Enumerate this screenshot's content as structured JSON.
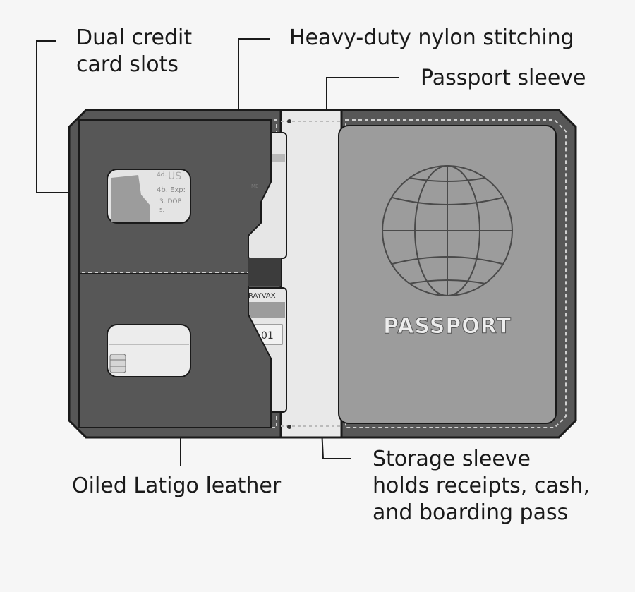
{
  "labels": {
    "card_slots": [
      "Dual credit",
      "card slots"
    ],
    "stitching": "Heavy-duty nylon stitching",
    "passport_sleeve": "Passport sleeve",
    "leather": "Oiled Latigo leather",
    "storage_sleeve": [
      "Storage sleeve",
      "holds receipts, cash,",
      "and boarding pass"
    ]
  },
  "passport_cover_text": "PASSPORT",
  "id_card_text": [
    "4d.",
    "US",
    "4b. Exp:",
    "3. DOB",
    "5.",
    "ME"
  ],
  "boarding_card_text": [
    "RAYVAX",
    "01"
  ],
  "colors": {
    "background": "#f6f6f6",
    "leather": "#575757",
    "leather_dark": "#3c3c3c",
    "outline": "#1a1a1a",
    "passport": "#9c9c9c",
    "sleeve": "#e9e9e9",
    "stitch": "#cfcfcf"
  }
}
